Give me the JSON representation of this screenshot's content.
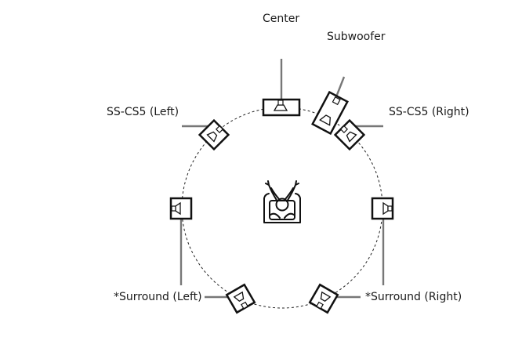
{
  "diagram": {
    "labels": {
      "center": "Center",
      "subwoofer": "Subwoofer",
      "front_left": "SS-CS5 (Left)",
      "front_right": "SS-CS5 (Right)",
      "surround_left": "*Surround (Left)",
      "surround_right": "*Surround (Right)"
    },
    "icons": {
      "listener": "listener-icon",
      "speaker": "speaker-icon",
      "subwoofer": "subwoofer-icon"
    }
  }
}
